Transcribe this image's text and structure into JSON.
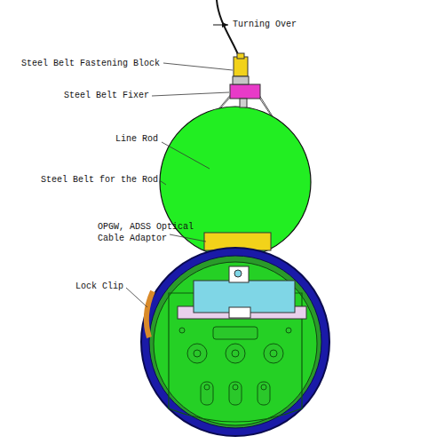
{
  "diagram": {
    "labels": [
      "Turning Over",
      "Steel Belt Fastening Block",
      "Steel Belt Fixer",
      "Line Rod",
      "Steel Belt for the Rod",
      "OPGW, ADSS Optical Cable Adaptor",
      "Lock Clip"
    ]
  }
}
